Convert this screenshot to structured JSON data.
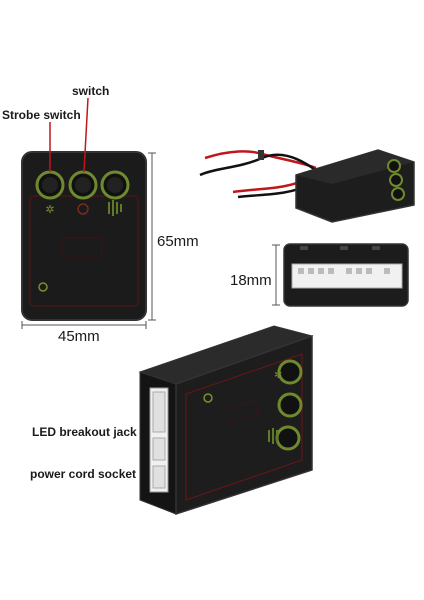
{
  "labels": {
    "switch": "switch",
    "strobe_switch": "Strobe switch",
    "led_breakout_jack": "LED breakout jack",
    "power_cord_socket": "power cord socket"
  },
  "dimensions": {
    "height": "65mm",
    "width": "45mm",
    "depth": "18mm"
  },
  "colors": {
    "case": "#1c1c1c",
    "trim": "#b11e23",
    "button_ring": "#6f8a2e",
    "wire_red": "#c0161d",
    "wire_black": "#111111"
  }
}
